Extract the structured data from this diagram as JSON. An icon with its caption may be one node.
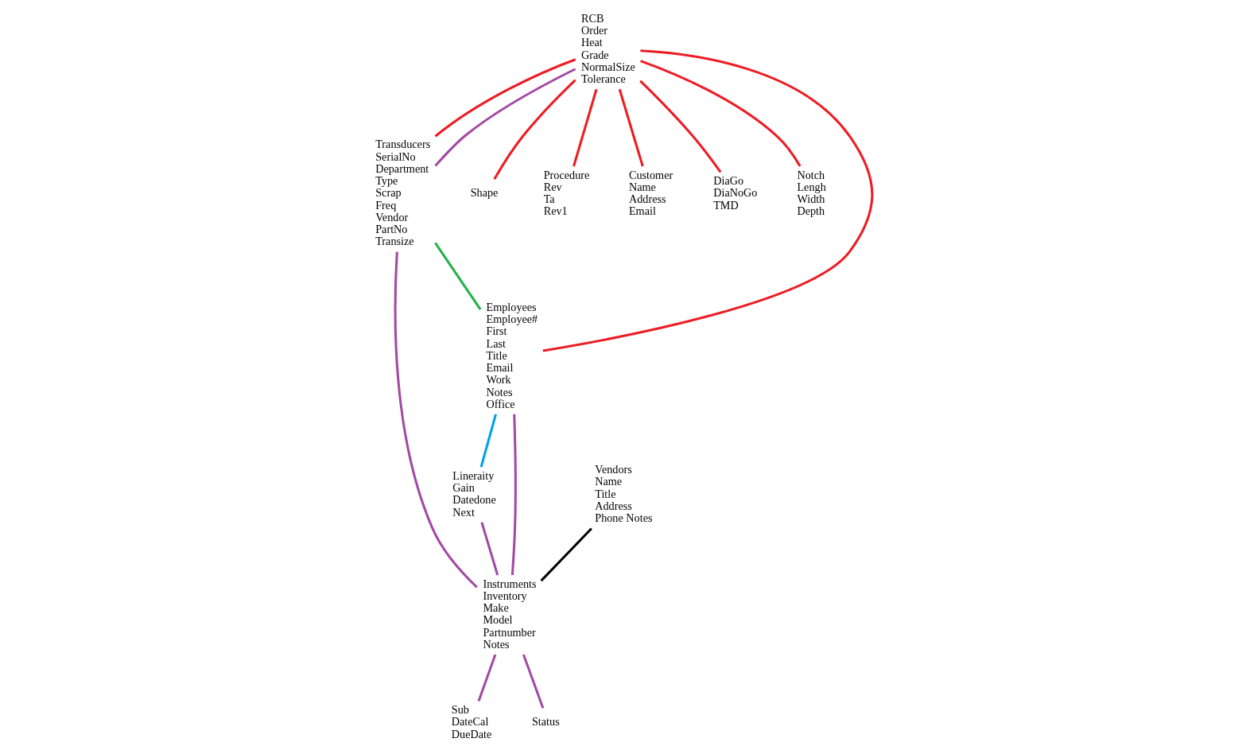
{
  "diagram": {
    "nodes": [
      {
        "text": [
          "RCB",
          "Order",
          "Heat",
          "Grade",
          "NormalSize",
          "Tolerance"
        ]
      },
      {
        "text": [
          "Transducers",
          "SerialNo",
          "Department",
          "Type",
          "Scrap",
          "Freq",
          "Vendor",
          "PartNo",
          "Transize"
        ]
      },
      {
        "text": [
          "Lineraity",
          "Gain",
          "Datedone",
          "Next"
        ]
      },
      {
        "text": [
          "Instruments",
          "Inventory",
          "Make",
          "Model",
          "Partnumber",
          "Notes"
        ]
      },
      {
        "text": [
          "Shape"
        ]
      },
      {
        "text": [
          "Procedure",
          "Rev",
          "Ta",
          "Rev1"
        ]
      },
      {
        "text": [
          "Customer",
          "Name",
          "Address",
          "Email"
        ]
      },
      {
        "text": [
          "DiaGo",
          "DiaNoGo",
          "TMD"
        ]
      },
      {
        "text": [
          "Notch",
          "Lengh",
          "Width",
          "Depth"
        ]
      },
      {
        "text": [
          "Employees",
          "Employee#",
          "First",
          "Last",
          "Title",
          "Email",
          "Work",
          "Notes",
          "Office"
        ]
      },
      {
        "text": [
          "Vendors",
          "Name",
          "Title",
          "Address",
          "Phone Notes"
        ]
      },
      {
        "text": [
          "Sub",
          "DateCal",
          "DueDate"
        ]
      },
      {
        "text": [
          "Status"
        ]
      }
    ],
    "edges": [
      {
        "from": 0,
        "to": 1,
        "arrow": "none"
      },
      {
        "from": 0,
        "to": 1,
        "arrow": "none",
        "color": "#a349a4"
      },
      {
        "from": 1,
        "to": 3,
        "arrow": "none",
        "color": "#a349a4"
      },
      {
        "from": 1,
        "to": 9,
        "arrow": "none",
        "color": "#22b14c"
      },
      {
        "from": 0,
        "to": 9,
        "arrow": "none"
      },
      {
        "from": 9,
        "to": 2,
        "arrow": "none",
        "color": "#00a2e8"
      },
      {
        "from": 9,
        "to": 3,
        "arrow": "none",
        "color": "#a349a4"
      },
      {
        "from": 2,
        "to": 3,
        "arrow": "none",
        "color": "#a349a4"
      },
      {
        "from": 10,
        "to": 3,
        "arrow": "none",
        "color": "#000000"
      },
      {
        "from": 3,
        "to": 11,
        "arrow": "none",
        "color": "#a349a4"
      },
      {
        "from": 3,
        "to": 12,
        "arrow": "none",
        "color": "#a349a4"
      },
      {
        "from": 0,
        "to": 4,
        "arrow": "none"
      },
      {
        "from": 0,
        "to": 7,
        "arrow": "none"
      },
      {
        "from": 0,
        "to": 5,
        "arrow": "none"
      },
      {
        "from": 0,
        "to": 6,
        "arrow": "none"
      },
      {
        "from": 0,
        "to": 8,
        "arrow": "none"
      }
    ]
  }
}
